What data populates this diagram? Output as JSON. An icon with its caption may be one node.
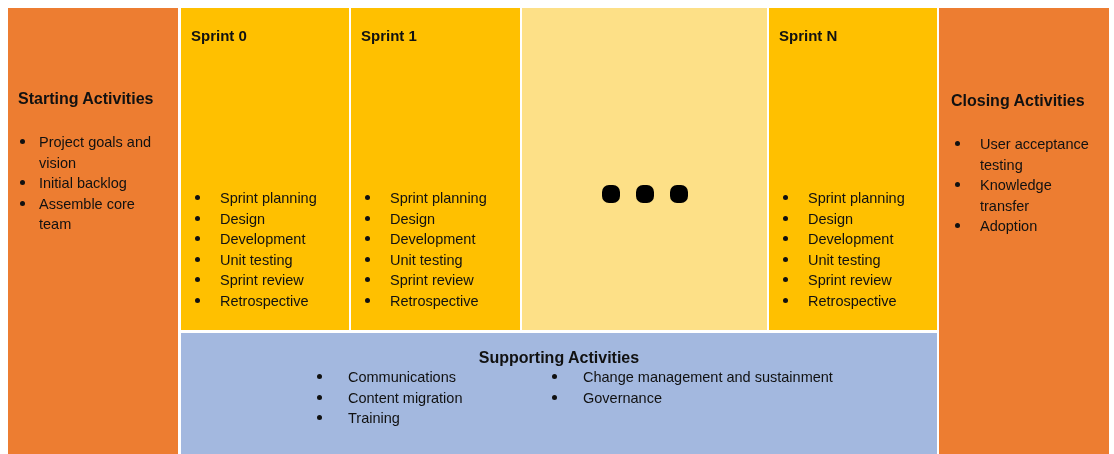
{
  "diagram": {
    "nodes": [
      {
        "text": [
          "Starting Activities",
          "Project goals and vision",
          "Initial backlog",
          "Assemble core team"
        ]
      },
      {
        "text": [
          "Sprint 0",
          "Sprint planning",
          "Design",
          "Development",
          "Unit testing",
          "Sprint review",
          "Retrospective"
        ]
      },
      {
        "text": [
          "Sprint 1",
          "Sprint planning",
          "Design",
          "Development",
          "Unit testing",
          "Sprint review",
          "Retrospective"
        ]
      },
      {
        "text": [],
        "shape": "box"
      },
      {
        "text": [
          "Sprint N",
          "Sprint planning",
          "Design",
          "Development",
          "Unit testing",
          "Sprint review",
          "Retrospective"
        ]
      },
      {
        "text": [
          "Closing Activities",
          "User acceptance testing",
          "Knowledge transfer",
          "Adoption"
        ]
      },
      {
        "text": [
          "Supporting Activities",
          "Communications",
          "Content migration",
          "Training",
          "Change management and sustainment",
          "Governance"
        ]
      }
    ],
    "edges": []
  }
}
